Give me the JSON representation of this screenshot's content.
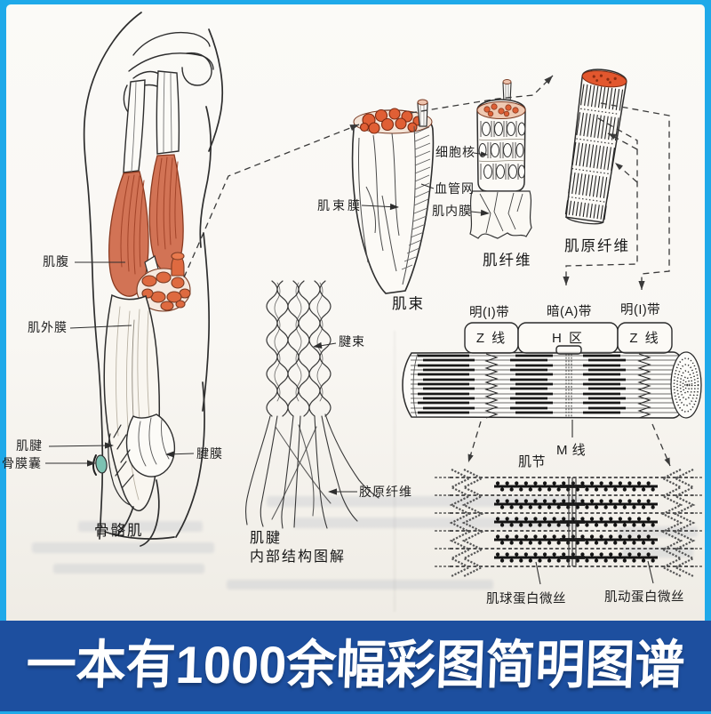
{
  "banner": {
    "text": "一本有1000余幅彩图简明图谱"
  },
  "colors": {
    "frame_blue": "#1fa9e9",
    "banner_blue": "#1d4f9f",
    "muscle_salmon": "#d27355",
    "muscle_outline": "#8a3a20",
    "bursa_teal": "#7cc2b2",
    "ink": "#2e2e2e"
  },
  "arm_labels": {
    "muscle_belly": "肌腹",
    "epimysium": "肌外膜",
    "tendon": "肌腱",
    "periosteal_sac": "骨膜囊",
    "aponeurosis": "腱膜",
    "skeletal_muscle": "骨骼肌"
  },
  "tendon_figure": {
    "tendon_bundle": "腱束",
    "collagen_fiber": "胶原纤维",
    "caption_line1": "肌腱",
    "caption_line2": "内部结构图解"
  },
  "fiber_figure": {
    "fascicle": "肌束",
    "perimysium": "肌束膜",
    "cell_nucleus": "细胞核",
    "vascular_network": "血管网",
    "endomysium": "肌内膜",
    "muscle_fiber": "肌纤维",
    "myofibril": "肌原纤维"
  },
  "band_figure": {
    "light_band_left": "明(I)带",
    "dark_band": "暗(A)带",
    "light_band_right": "明(I)带",
    "z_line_left": "Z 线",
    "h_zone": "H 区",
    "z_line_right": "Z 线",
    "m_line": "M 线",
    "sarcomere": "肌节",
    "myosin_filament": "肌球蛋白微丝",
    "actin_filament": "肌动蛋白微丝"
  }
}
